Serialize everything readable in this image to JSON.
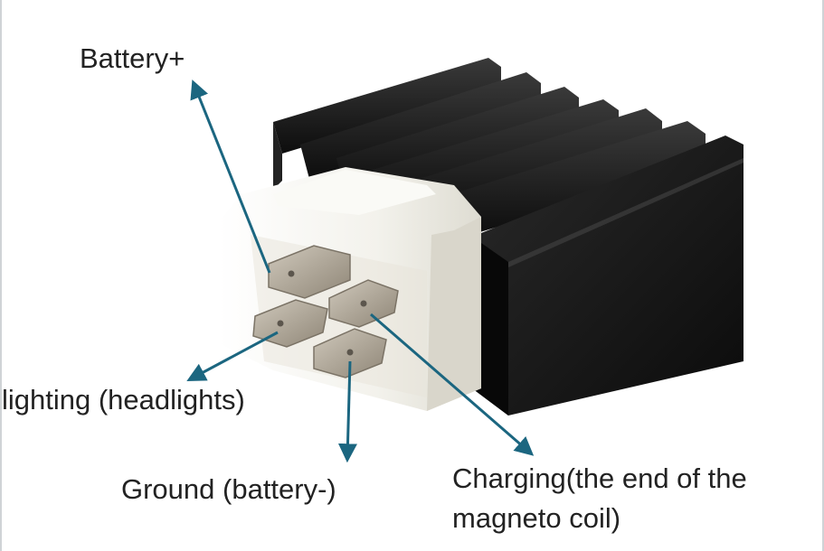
{
  "colors": {
    "arrow": "#1b6680",
    "heatsink": "#141414",
    "housing": "#f1f0ea",
    "terminal": "#b2a99a",
    "text": "#222222"
  },
  "labels": {
    "battery_plus": "Battery+",
    "lighting": "lighting (headlights)",
    "ground": "Ground (battery-)",
    "charging_line1": "Charging(the end of the",
    "charging_line2": "magneto coil)"
  }
}
